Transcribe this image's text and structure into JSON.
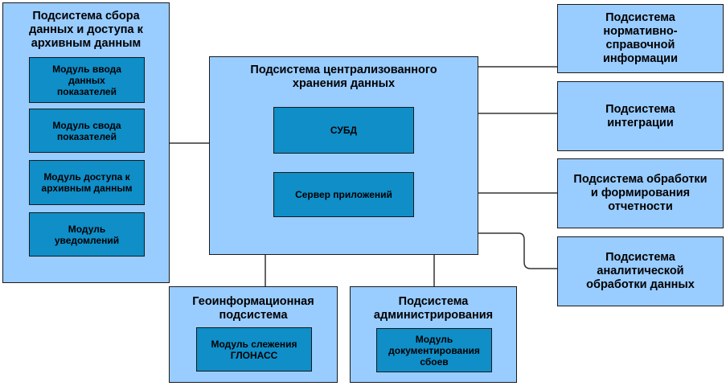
{
  "left_subsystem": {
    "title": "Подсистема сбора\nданных и доступа к\nархивным данным",
    "modules": [
      "Модуль ввода\nданных\nпоказателей",
      "Модуль свода\nпоказателей",
      "Модуль доступа к\nархивным данным",
      "Модуль\nуведомлений"
    ]
  },
  "central_subsystem": {
    "title": "Подсистема централизованного\nхранения данных",
    "modules": [
      "СУБД",
      "Сервер приложений"
    ]
  },
  "right_subsystems": [
    "Подсистема\nнормативно-\nсправочной\nинформации",
    "Подсистема\nинтеграции",
    "Подсистема обработки\nи формирования\nотчетности",
    "Подсистема\nаналитической\nобработки данных"
  ],
  "geo_subsystem": {
    "title": "Геоинформационная\nподсистема",
    "module": "Модуль слежения\nГЛОНАСС"
  },
  "admin_subsystem": {
    "title": "Подсистема\nадминистрирования",
    "module": "Модуль\nдокументирования\nсбоев"
  },
  "colors": {
    "subsystem_fill": "#99ccff",
    "module_fill": "#0f8ec8",
    "border": "#1a1a1a"
  }
}
